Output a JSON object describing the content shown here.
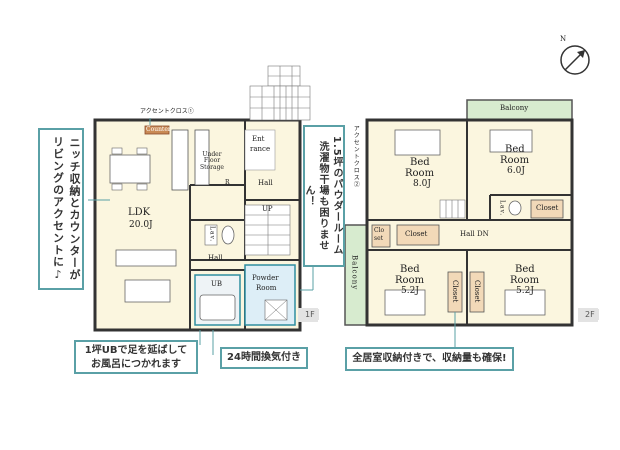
{
  "compass": {
    "label": "N"
  },
  "floor1": {
    "badge": "1F",
    "accent_label": "アクセントクロス①",
    "rooms": {
      "ldk_name": "LDK",
      "ldk_size": "20.0J",
      "entrance_a": "Ent",
      "entrance_b": "rance",
      "hall_upper": "Hall",
      "up": "UP",
      "lav": "Lav.",
      "hall_lower": "Hall",
      "ub": "UB",
      "powder_a": "Powder",
      "powder_b": "Room",
      "under_floor": "Under Floor Storage",
      "counter": "Counter",
      "r": "R"
    }
  },
  "floor2": {
    "badge": "2F",
    "accent_label": "アクセントクロス②",
    "rooms": {
      "balcony_top": "Balcony",
      "balcony_left": "Balcony",
      "bed1_a": "Bed",
      "bed1_b": "Room",
      "bed1_size": "8.0J",
      "bed2_a": "Bed",
      "bed2_b": "Room",
      "bed2_size": "6.0J",
      "bed3_a": "Bed",
      "bed3_b": "Room",
      "bed3_size": "5.2J",
      "bed4_a": "Bed",
      "bed4_b": "Room",
      "bed4_size": "5.2J",
      "closet_a": "Clo",
      "closet_b": "set",
      "closet_mid": "Closet",
      "closet_right": "Closet",
      "closet_v1": "Closet",
      "closet_v2": "Closet",
      "hall_dn": "Hall DN",
      "lav": "Lav."
    }
  },
  "callouts": {
    "niche": "ニッチ収納とカウンターがリビングのアクセントに♪",
    "powder": "1.5坪のパウダールーム洗濯物干場も困りません！",
    "ub_line1": "1坪UBで足を延ばして",
    "ub_line2": "お風呂につかれます",
    "vent": "24時間換気付き",
    "storage": "全居室収納付きで、収納量も確保!"
  }
}
